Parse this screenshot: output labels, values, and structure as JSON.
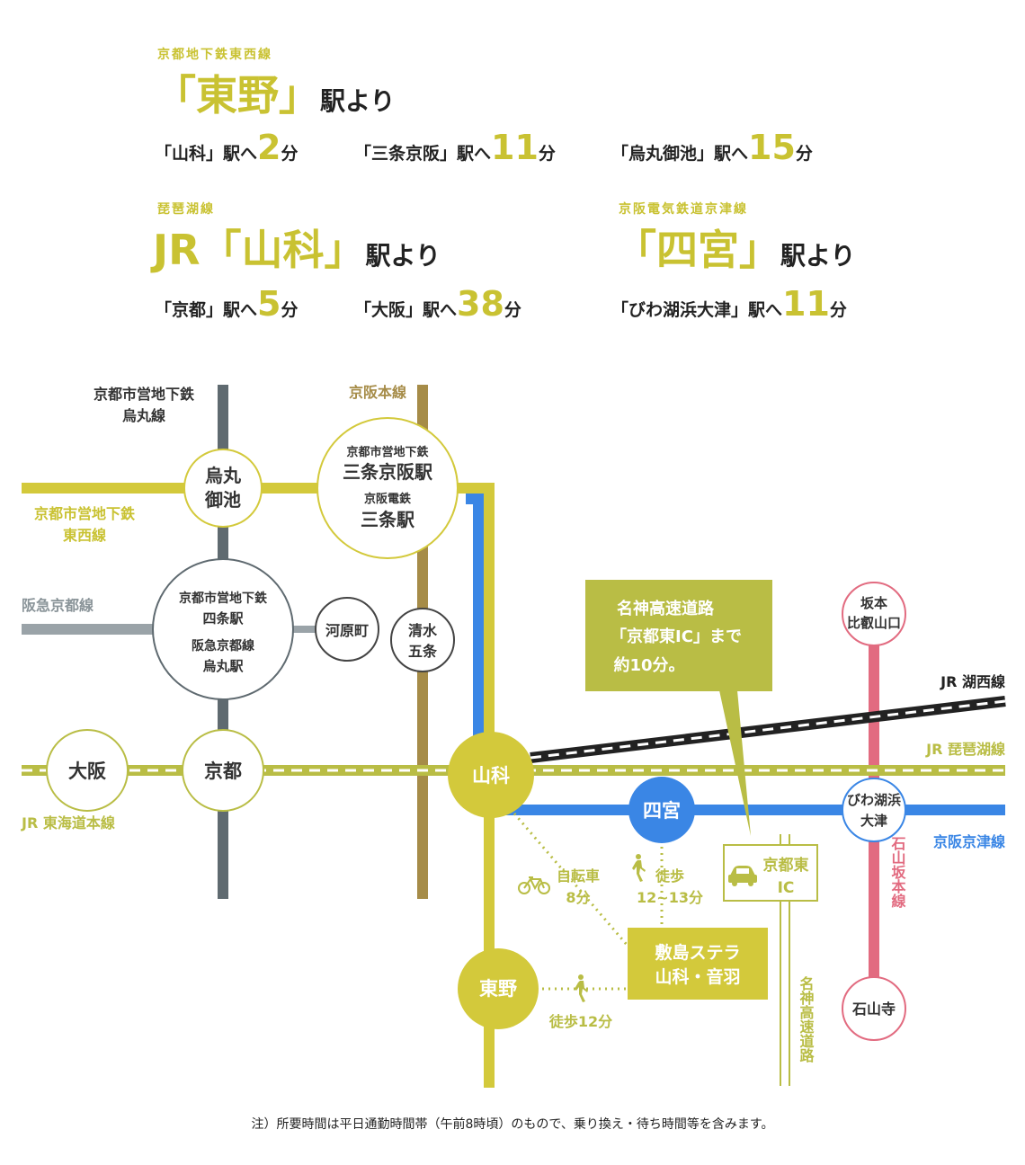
{
  "header": {
    "higashino": {
      "line": "京都地下鉄東西線",
      "open": "「",
      "name": "東野",
      "close": "」",
      "suffix": "駅より",
      "times": [
        {
          "dest": "「山科」駅へ",
          "min": "2",
          "unit": "分"
        },
        {
          "dest": "「三条京阪」駅へ",
          "min": "11",
          "unit": "分"
        },
        {
          "dest": "「烏丸御池」駅へ",
          "min": "15",
          "unit": "分"
        }
      ]
    },
    "yamashina": {
      "line": "琵琶湖線",
      "prefix": "JR",
      "open": "「",
      "name": "山科",
      "close": "」",
      "suffix": "駅より",
      "times": [
        {
          "dest": "「京都」駅へ",
          "min": "5",
          "unit": "分"
        },
        {
          "dest": "「大阪」駅へ",
          "min": "38",
          "unit": "分"
        }
      ]
    },
    "shinomiya": {
      "line": "京阪電気鉄道京津線",
      "open": "「",
      "name": "四宮",
      "close": "」",
      "suffix": "駅より",
      "times": [
        {
          "dest": "「びわ湖浜大津」駅へ",
          "min": "11",
          "unit": "分"
        }
      ]
    }
  },
  "map": {
    "lines": {
      "karasuma": [
        "京都市営地下鉄",
        "烏丸線"
      ],
      "keihan_main": "京阪本線",
      "tozai": [
        "京都市営地下鉄",
        "東西線"
      ],
      "hankyu": "阪急京都線",
      "jr_kosei": "JR 湖西線",
      "jr_biwako": "JR 琵琶湖線",
      "jr_tokaido": "JR 東海道本線",
      "keihan_keishin": "京阪京津線",
      "ishiyama_sakamoto": "石山坂本線",
      "meishin": "名神高速道路"
    },
    "stations": {
      "karasuma_oike": [
        "烏丸",
        "御池"
      ],
      "sanjo": [
        "京都市営地下鉄",
        "三条京阪駅",
        "京阪電鉄",
        "三条駅"
      ],
      "shijo": [
        "京都市営地下鉄",
        "四条駅",
        "阪急京都線",
        "烏丸駅"
      ],
      "kawaramachi": "河原町",
      "kiyomizu": [
        "清水",
        "五条"
      ],
      "osaka": "大阪",
      "kyoto": "京都",
      "yamashina": "山科",
      "higashino": "東野",
      "shinomiya": "四宮",
      "sakamoto": [
        "坂本",
        "比叡山口"
      ],
      "biwako_hamaotsu": [
        "びわ湖浜",
        "大津"
      ],
      "ishiyamadera": "石山寺"
    },
    "callout": [
      "名神高速道路",
      "「京都東IC」まで",
      "約10分。"
    ],
    "ic": [
      "京都東",
      "IC"
    ],
    "property": [
      "敷島ステラ",
      "山科・音羽"
    ],
    "access": {
      "bike": [
        "自転車",
        "8分"
      ],
      "walk_shinomiya": [
        "徒歩",
        "12~13分"
      ],
      "walk_higashino": "徒歩12分"
    },
    "colors": {
      "gold": "#d3c93b",
      "olive": "#b9bd45",
      "blue": "#3a86e5",
      "gray_dark": "#5f6a70",
      "gray_light": "#9aa3a8",
      "brown": "#a68c48",
      "pink": "#e26b80",
      "black": "#222222"
    }
  },
  "note": "注）所要時間は平日通勤時間帯（午前8時頃）のもので、乗り換え・待ち時間等を含みます。"
}
